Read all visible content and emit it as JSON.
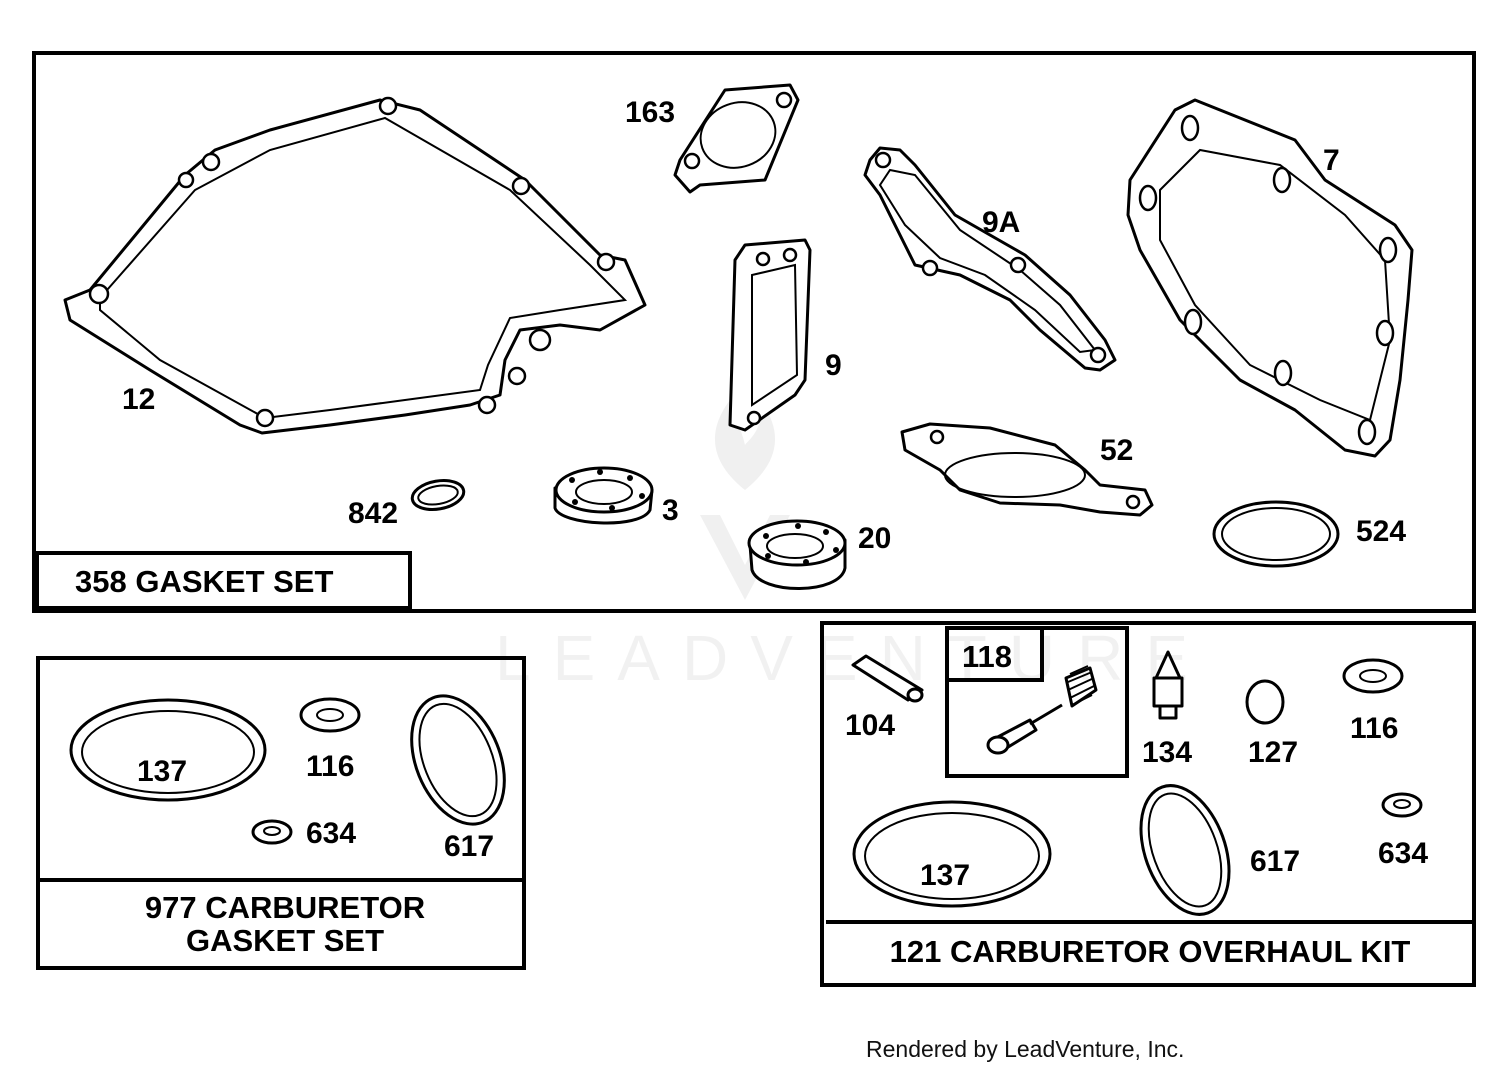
{
  "watermark": "LEADVENTURE",
  "footer": "Rendered by LeadVenture, Inc.",
  "panels": {
    "gasket_set": {
      "caption": "358 GASKET SET",
      "parts": [
        "12",
        "163",
        "9",
        "9A",
        "7",
        "52",
        "842",
        "3",
        "20",
        "524"
      ]
    },
    "carburetor_gasket_set": {
      "caption_line1": "977 CARBURETOR",
      "caption_line2": "GASKET SET",
      "parts": [
        "137",
        "116",
        "634",
        "617"
      ]
    },
    "carburetor_overhaul_kit": {
      "caption": "121 CARBURETOR OVERHAUL KIT",
      "sub_kit": "118",
      "parts": [
        "104",
        "134",
        "127",
        "116",
        "137",
        "617",
        "634"
      ]
    }
  }
}
